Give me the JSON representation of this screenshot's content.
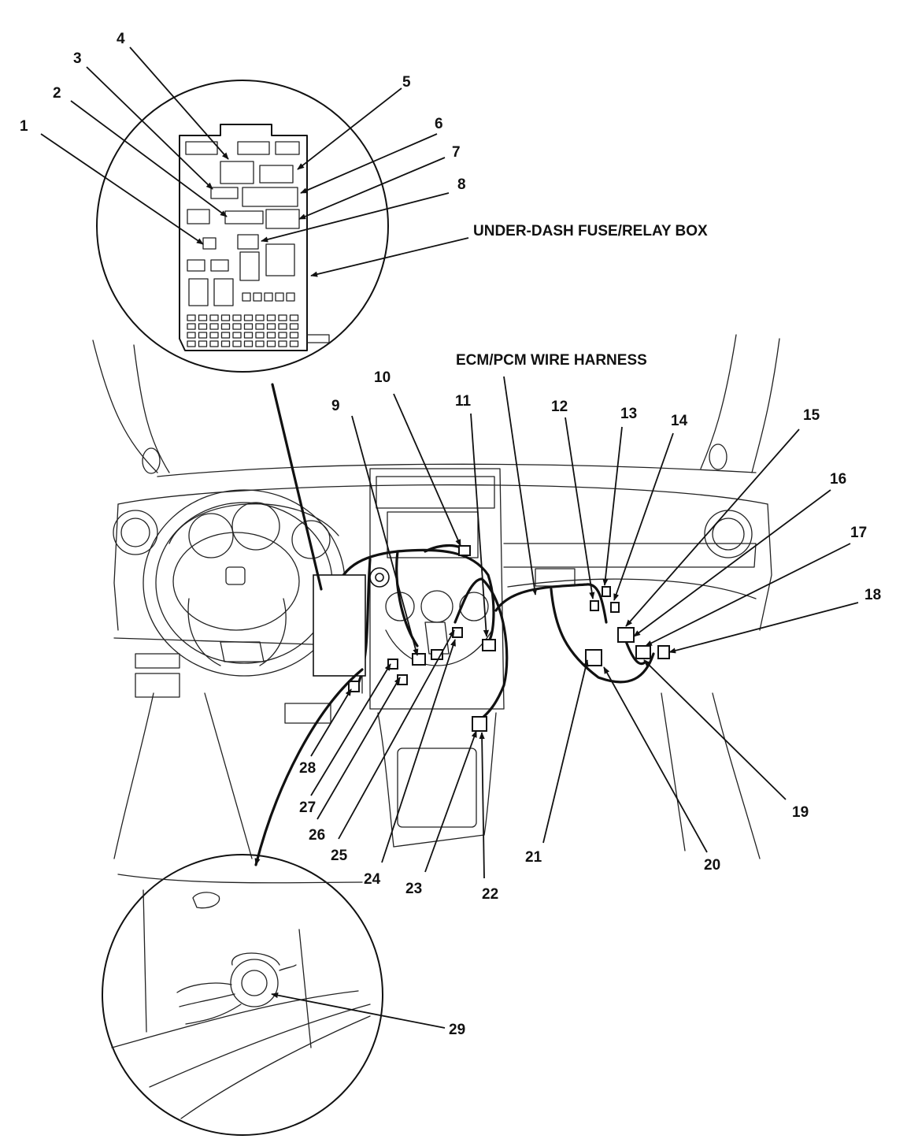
{
  "labels": {
    "fuse_box": "UNDER-DASH FUSE/RELAY BOX",
    "harness": "ECM/PCM WIRE HARNESS"
  },
  "callouts": [
    "1",
    "2",
    "3",
    "4",
    "5",
    "6",
    "7",
    "8",
    "9",
    "10",
    "11",
    "12",
    "13",
    "14",
    "15",
    "16",
    "17",
    "18",
    "19",
    "20",
    "21",
    "22",
    "23",
    "24",
    "25",
    "26",
    "27",
    "28",
    "29"
  ]
}
